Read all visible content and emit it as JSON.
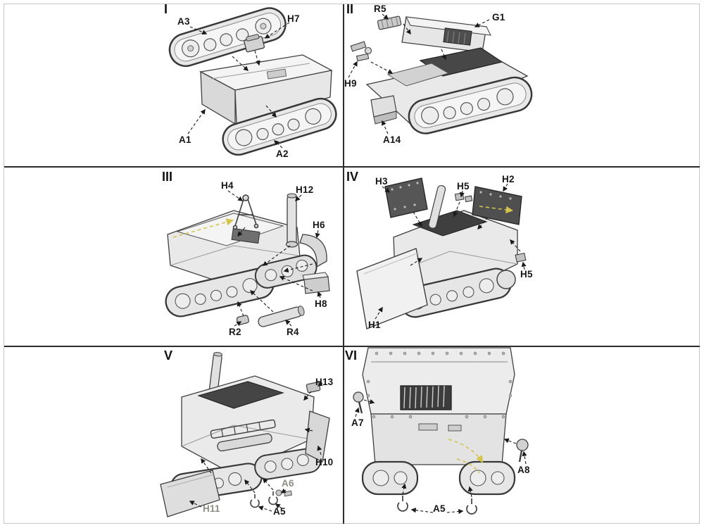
{
  "sheet": {
    "background": "#ffffff",
    "frame_color": "#c6c6c6",
    "divider_color": "#2b2b2b",
    "label_color": "#161616",
    "accent_yellow": "#d4c44e"
  },
  "panels": [
    {
      "numeral": "I",
      "labels": [
        "A3",
        "H7",
        "A1",
        "A2"
      ]
    },
    {
      "numeral": "II",
      "labels": [
        "R5",
        "G1",
        "H9",
        "A14"
      ]
    },
    {
      "numeral": "III",
      "labels": [
        "H4",
        "H12",
        "H6",
        "H8",
        "R2",
        "R4"
      ]
    },
    {
      "numeral": "IV",
      "labels": [
        "H3",
        "H5",
        "H2",
        "H5",
        "H1"
      ]
    },
    {
      "numeral": "V",
      "labels": [
        "H13",
        "H10",
        "A6",
        "A5",
        "H11"
      ]
    },
    {
      "numeral": "VI",
      "labels": [
        "A7",
        "A8",
        "A5"
      ]
    }
  ]
}
